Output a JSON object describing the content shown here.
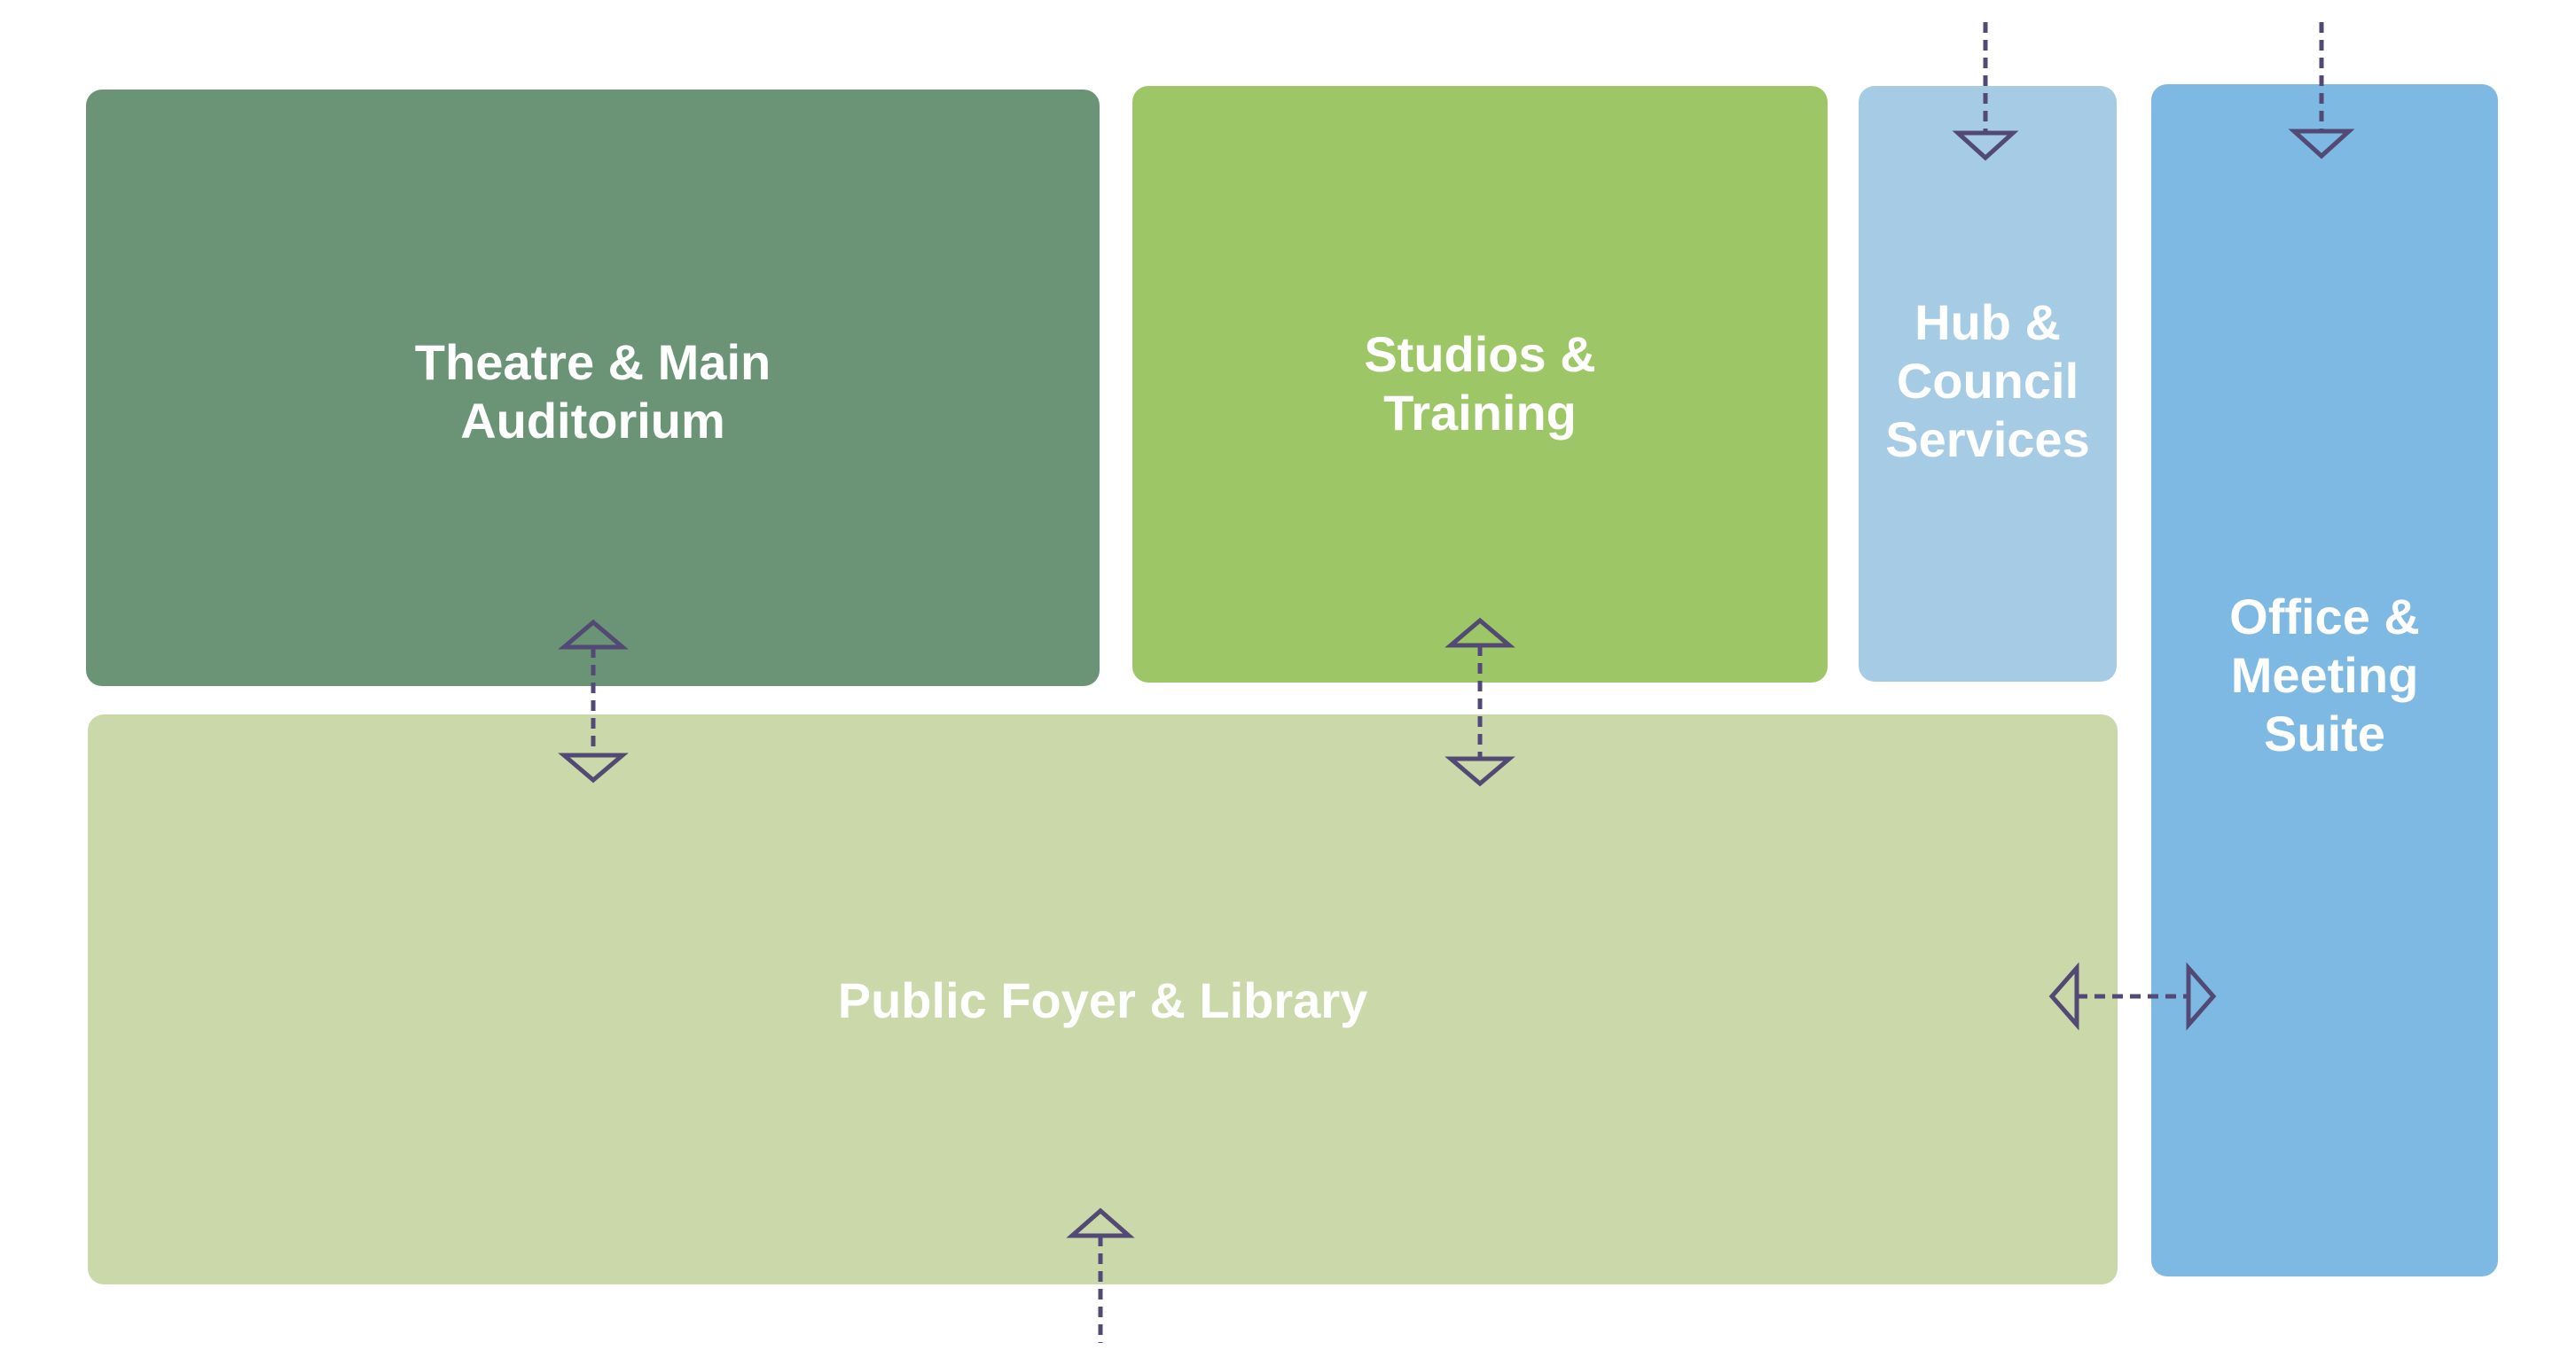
{
  "colors": {
    "theatre": "#6a9475",
    "studios": "#9dc767",
    "hub": "#a6cbe4",
    "office": "#7db9e2",
    "foyer": "#cbd8aa",
    "connector": "#524a74",
    "label": "#ffffff"
  },
  "zones": {
    "theatre": {
      "label": "Theatre & Main\nAuditorium"
    },
    "studios": {
      "label": "Studios &\nTraining"
    },
    "hub": {
      "label": "Hub &\nCouncil\nServices"
    },
    "office": {
      "label": "Office &\nMeeting\nSuite"
    },
    "foyer": {
      "label": "Public Foyer & Library"
    }
  }
}
